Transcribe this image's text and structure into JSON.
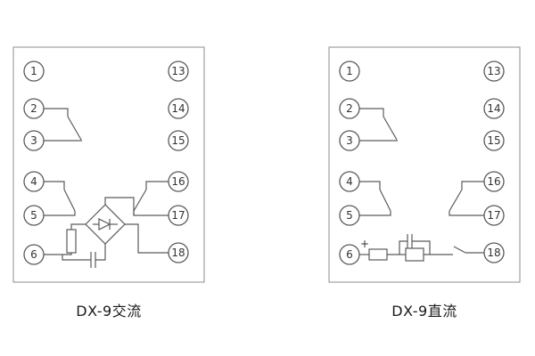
{
  "colors": {
    "background": "#ffffff",
    "line": "#5a5a5a",
    "text": "#333333",
    "border": "#8c8c8c"
  },
  "diagrams": [
    {
      "caption": "DX-9交流",
      "left_terminals": [
        "1",
        "2",
        "3",
        "4",
        "5",
        "6"
      ],
      "right_terminals": [
        "13",
        "14",
        "15",
        "16",
        "17",
        "18"
      ],
      "symbols": [
        "contact",
        "bridge-rectifier",
        "diode",
        "resistor",
        "capacitor"
      ]
    },
    {
      "caption": "DX-9直流",
      "plus_label": "+",
      "left_terminals": [
        "1",
        "2",
        "3",
        "4",
        "5",
        "6"
      ],
      "right_terminals": [
        "13",
        "14",
        "15",
        "16",
        "17",
        "18"
      ],
      "symbols": [
        "contact",
        "resistor",
        "capacitor",
        "coil"
      ]
    }
  ]
}
